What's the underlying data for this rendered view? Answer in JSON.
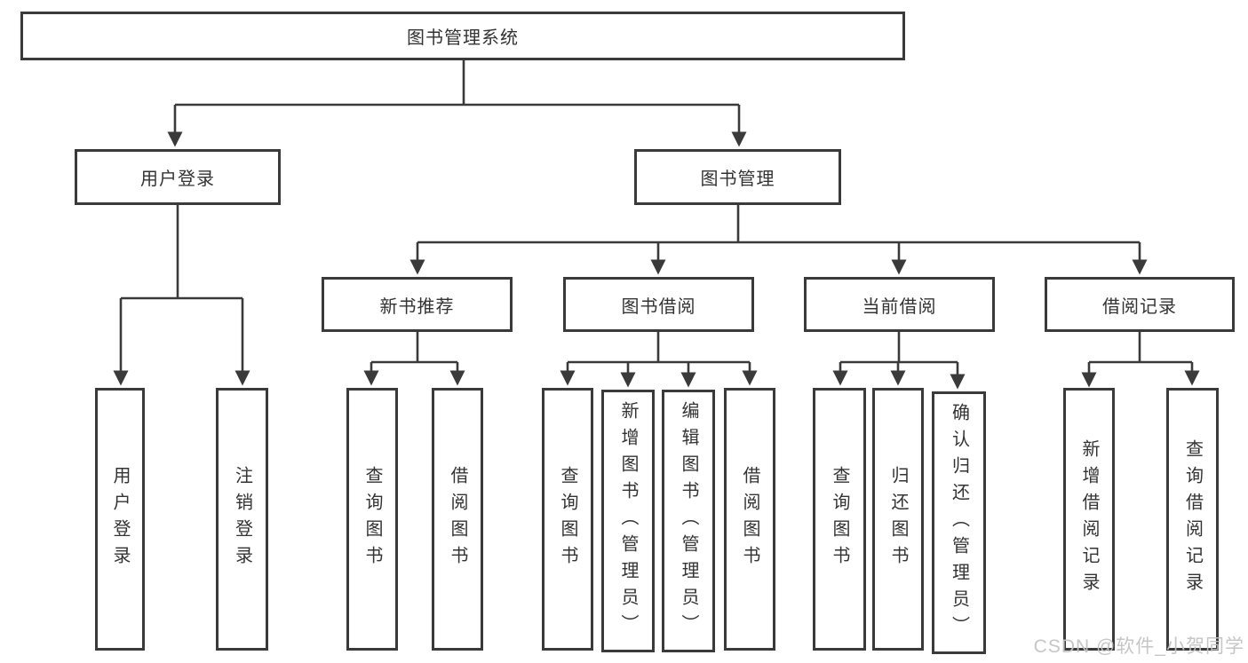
{
  "tree": {
    "root": {
      "label": "图书管理系统"
    },
    "branches": [
      {
        "label": "用户登录",
        "children": [
          {
            "label": "用户登录"
          },
          {
            "label": "注销登录"
          }
        ]
      },
      {
        "label": "图书管理",
        "children": [
          {
            "label": "新书推荐",
            "children": [
              {
                "label": "查询图书"
              },
              {
                "label": "借阅图书"
              }
            ]
          },
          {
            "label": "图书借阅",
            "children": [
              {
                "label": "查询图书"
              },
              {
                "label": "新增图书（管理员）"
              },
              {
                "label": "编辑图书（管理员）"
              },
              {
                "label": "借阅图书"
              }
            ]
          },
          {
            "label": "当前借阅",
            "children": [
              {
                "label": "查询图书"
              },
              {
                "label": "归还图书"
              },
              {
                "label": "确认归还（管理员）"
              }
            ]
          },
          {
            "label": "借阅记录",
            "children": [
              {
                "label": "新增借阅记录"
              },
              {
                "label": "查询借阅记录"
              }
            ]
          }
        ]
      }
    ]
  },
  "watermark": "CSDN @软件_小贺同学",
  "colors": {
    "line": "#3a3a3a",
    "border": "#3a3a3a",
    "text": "#333333",
    "watermark": "#c3c3c3",
    "background": "#ffffff"
  }
}
